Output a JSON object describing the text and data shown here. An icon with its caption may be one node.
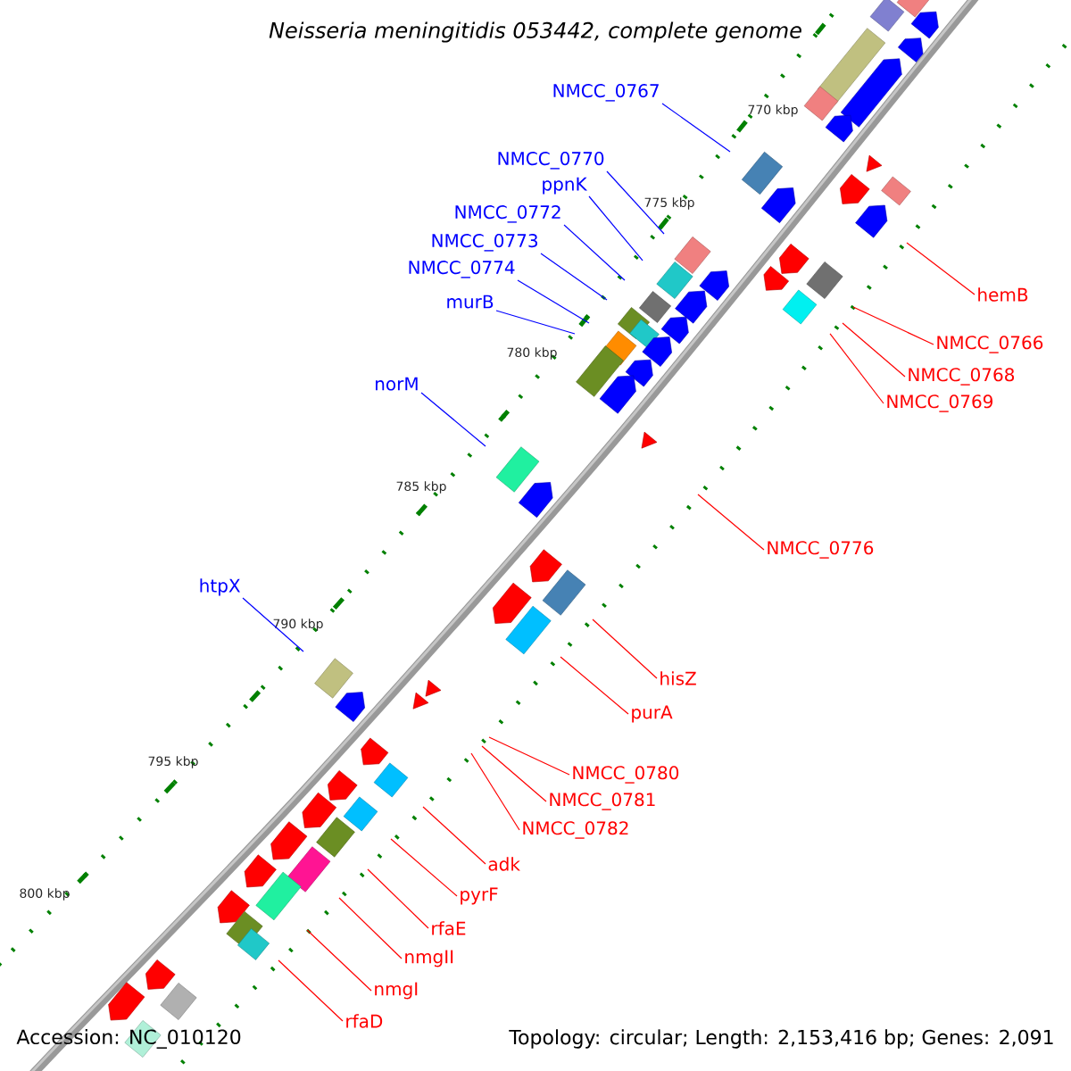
{
  "diagram": {
    "title": "Neisseria meningitidis 053442, complete genome",
    "nodes": [
      {
        "text": [
          "NMCC_0767"
        ]
      },
      {
        "text": [
          "NMCC_0770"
        ]
      },
      {
        "text": [
          "ppnK"
        ]
      },
      {
        "text": [
          "NMCC_0772"
        ]
      },
      {
        "text": [
          "NMCC_0773"
        ]
      },
      {
        "text": [
          "NMCC_0774"
        ]
      },
      {
        "text": [
          "hemB"
        ]
      },
      {
        "text": [
          "murB"
        ]
      },
      {
        "text": [
          "NMCC_0766"
        ]
      },
      {
        "text": [
          "NMCC_0768"
        ]
      },
      {
        "text": [
          "norM"
        ]
      },
      {
        "text": [
          "NMCC_0769"
        ]
      },
      {
        "text": [
          "NMCC_0776"
        ]
      },
      {
        "text": [
          "htpX"
        ]
      },
      {
        "text": [
          "hisZ"
        ]
      },
      {
        "text": [
          "purA"
        ]
      },
      {
        "text": [
          "NMCC_0780"
        ]
      },
      {
        "text": [
          "NMCC_0781"
        ]
      },
      {
        "text": [
          "NMCC_0782"
        ]
      },
      {
        "text": [
          "adk"
        ]
      },
      {
        "text": [
          "pyrF"
        ]
      },
      {
        "text": [
          "rfaE"
        ]
      },
      {
        "text": [
          "nmgII"
        ]
      },
      {
        "text": [
          "nmgI"
        ]
      },
      {
        "text": [
          "rfaD"
        ]
      }
    ],
    "edges": [
      {
        "from": 0,
        "to": null,
        "arrow": "none",
        "color": "#0000ff"
      },
      {
        "from": 1,
        "to": null,
        "arrow": "none",
        "color": "#0000ff"
      },
      {
        "from": 2,
        "to": null,
        "arrow": "none",
        "color": "#0000ff"
      },
      {
        "from": 3,
        "to": null,
        "arrow": "none",
        "color": "#0000ff"
      },
      {
        "from": 4,
        "to": null,
        "arrow": "none",
        "color": "#0000ff"
      },
      {
        "from": 5,
        "to": null,
        "arrow": "none",
        "color": "#0000ff"
      },
      {
        "from": 6,
        "to": null,
        "arrow": "none"
      },
      {
        "from": 7,
        "to": null,
        "arrow": "none",
        "color": "#0000ff"
      },
      {
        "from": 8,
        "to": null,
        "arrow": "none"
      },
      {
        "from": 9,
        "to": null,
        "arrow": "none"
      },
      {
        "from": 10,
        "to": null,
        "arrow": "none",
        "color": "#0000ff"
      },
      {
        "from": 11,
        "to": null,
        "arrow": "none"
      },
      {
        "from": 12,
        "to": null,
        "arrow": "none"
      },
      {
        "from": 13,
        "to": null,
        "arrow": "none",
        "color": "#0000ff"
      },
      {
        "from": 14,
        "to": null,
        "arrow": "none"
      },
      {
        "from": 15,
        "to": null,
        "arrow": "none"
      },
      {
        "from": 16,
        "to": null,
        "arrow": "none"
      },
      {
        "from": 17,
        "to": null,
        "arrow": "none"
      },
      {
        "from": 18,
        "to": null,
        "arrow": "none"
      },
      {
        "from": 19,
        "to": null,
        "arrow": "none"
      },
      {
        "from": 20,
        "to": null,
        "arrow": "none"
      },
      {
        "from": 21,
        "to": null,
        "arrow": "none"
      },
      {
        "from": 22,
        "to": null,
        "arrow": "none"
      },
      {
        "from": 23,
        "to": null,
        "arrow": "none"
      },
      {
        "from": 24,
        "to": null,
        "arrow": "none"
      }
    ],
    "labels": [
      "770 kbp",
      "775 kbp",
      "780 kbp",
      "785 kbp",
      "790 kbp",
      "795 kbp",
      "800 kbp",
      "Accession: NC_010120",
      "Topology: circular; Length: 2,153,416 bp; Genes: 2,091"
    ]
  }
}
